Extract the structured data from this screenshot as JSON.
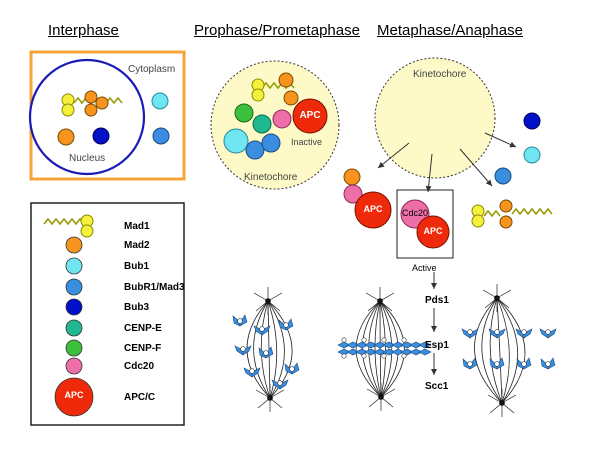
{
  "headers": {
    "interphase": "Interphase",
    "prophase": "Prophase/Prometaphase",
    "metaphase": "Metaphase/Anaphase"
  },
  "interphase_panel": {
    "cytoplasm": "Cytoplasm",
    "nucleus": "Nucleus"
  },
  "prophase_panel": {
    "apc": "APC",
    "inactive": "Inactive",
    "kinetochore": "Kinetochore"
  },
  "metaphase_panel": {
    "kinetochore": "Kinetochore",
    "apc_left": "APC",
    "cdc20": "Cdc20",
    "apc_boxed": "APC",
    "active": "Active"
  },
  "pathway": {
    "step1": "Pds1",
    "step2": "Esp1",
    "step3": "Scc1"
  },
  "legend": {
    "items": [
      {
        "label": "Mad1",
        "color": "#f5f03c",
        "icon": "mad1-coil-icon"
      },
      {
        "label": "Mad2",
        "color": "#f7941d",
        "icon": "mad2-circle-icon"
      },
      {
        "label": "Bub1",
        "color": "#6fe5f2",
        "icon": "bub1-circle-icon"
      },
      {
        "label": "BubR1/Mad3",
        "color": "#3a8ee0",
        "icon": "bubr1-circle-icon"
      },
      {
        "label": "Bub3",
        "color": "#0010c8",
        "icon": "bub3-circle-icon"
      },
      {
        "label": "CENP-E",
        "color": "#20b890",
        "icon": "cenpe-circle-icon"
      },
      {
        "label": "CENP-F",
        "color": "#3cbf3c",
        "icon": "cenpf-circle-icon"
      },
      {
        "label": "Cdc20",
        "color": "#ee6ea8",
        "icon": "cdc20-circle-icon"
      },
      {
        "label": "APC/C",
        "color": "#ee2a0a",
        "icon": "apc-circle-icon",
        "badge": "APC"
      }
    ]
  },
  "colors": {
    "interphase_border": "#f4a43a",
    "nucleus_border": "#1a1ab8",
    "kinetochore_fill": "#fdfac8",
    "chromatid": "#3a8ee0"
  }
}
